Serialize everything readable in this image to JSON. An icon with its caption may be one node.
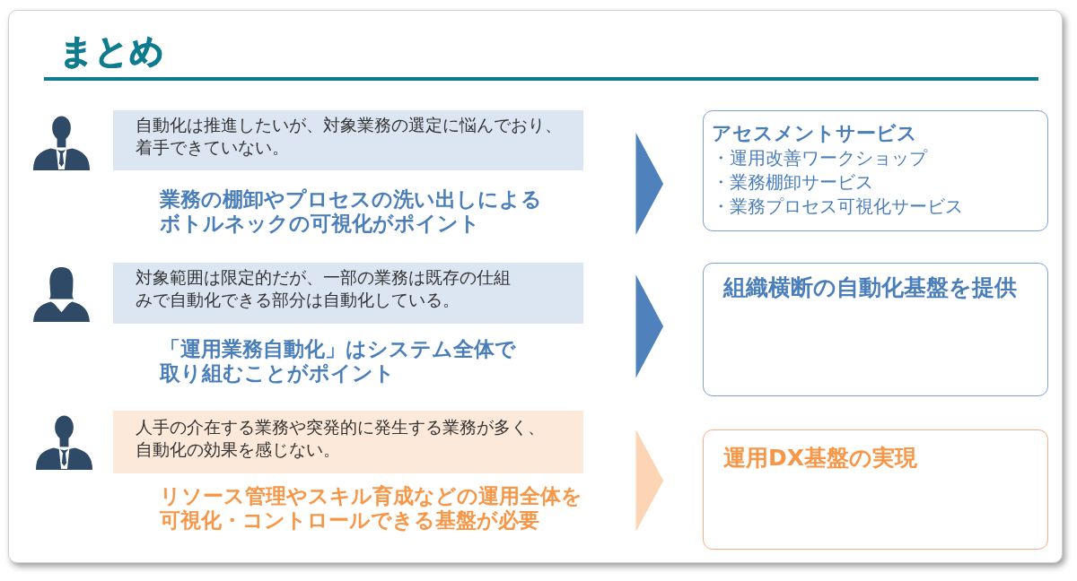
{
  "diagram": {
    "title": "まとめ",
    "nodes": [
      {
        "text": [
          "自動化は推進したいが、対象業務の選定に悩んでおり、着手できていない。"
        ],
        "beside": [
          "業務の棚卸やプロセスの洗い出しによるボトルネックの可視化がポイント"
        ]
      },
      {
        "text": [
          "アセスメントサービス",
          "・運用改善ワークショップ",
          "・業務棚卸サービス",
          "・業務プロセス可視化サービス"
        ]
      },
      {
        "text": [
          "対象範囲は限定的だが、一部の業務は既存の仕組みで自動化できる部分は自動化している。"
        ],
        "beside": [
          "「運用業務自動化」はシステム全体で取り組むことがポイント"
        ]
      },
      {
        "text": [
          "組織横断の自動化基盤を提供"
        ]
      },
      {
        "text": [
          "人手の介在する業務や突発的に発生する業務が多く、自動化の効果を感じない。"
        ],
        "beside": [
          "リソース管理やスキル育成などの運用全体を可視化・コントロールできる基盤が必要"
        ]
      },
      {
        "text": [
          "運用DX基盤の実現"
        ]
      }
    ],
    "edges": [
      {
        "from": 0,
        "to": 1,
        "arrow": "to"
      },
      {
        "from": 2,
        "to": 3,
        "arrow": "to"
      },
      {
        "from": 4,
        "to": 5,
        "arrow": "to",
        "color": "#fcd5b4"
      }
    ]
  }
}
